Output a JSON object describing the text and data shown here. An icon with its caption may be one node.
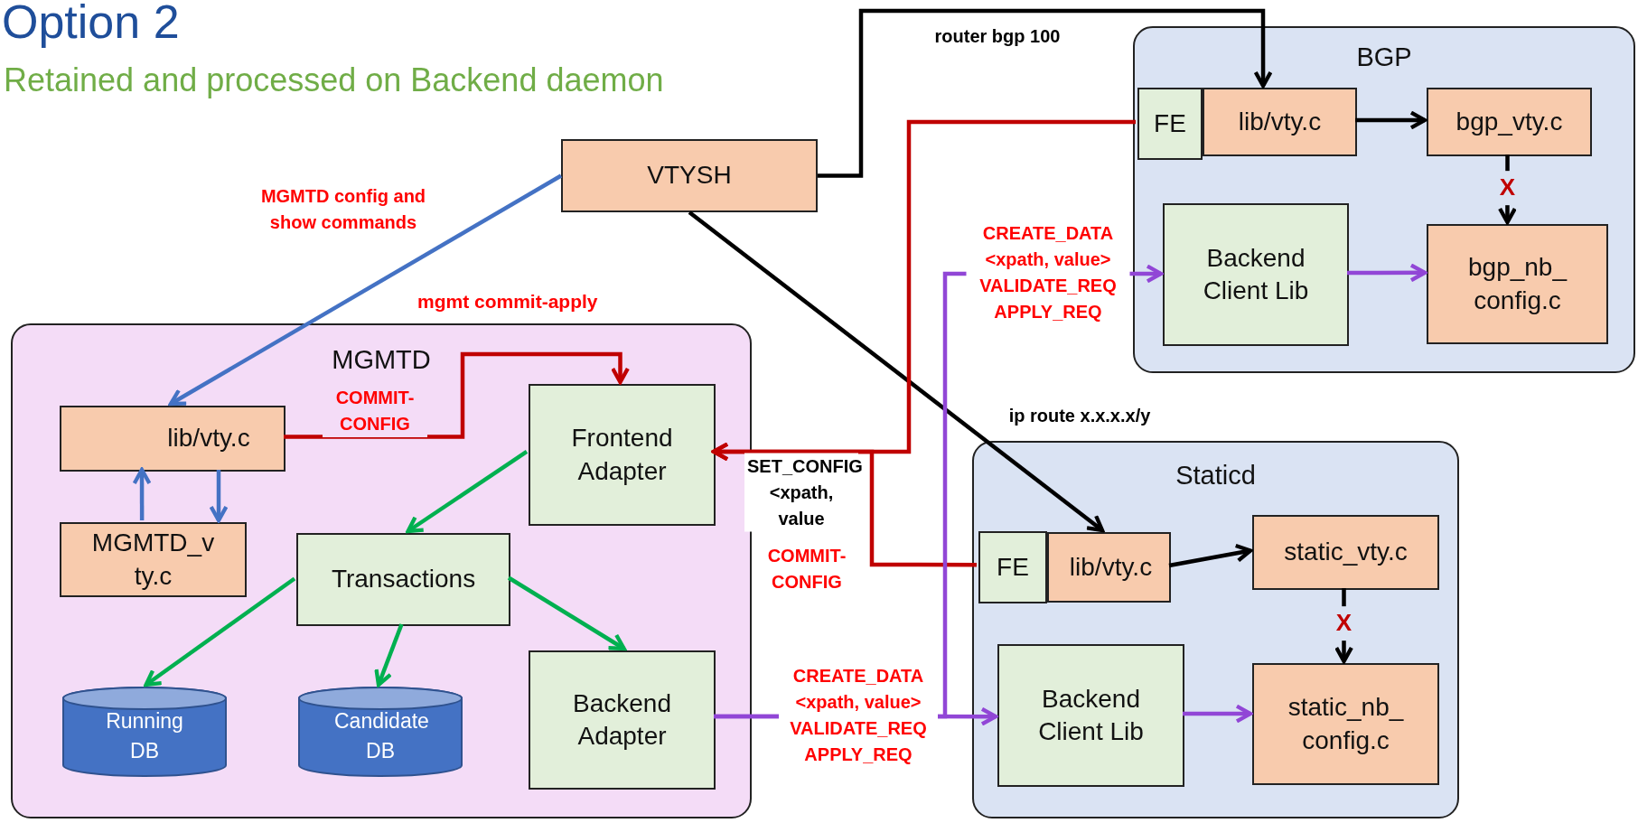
{
  "diagram": {
    "title": "Option 2",
    "nodes": [
      {
        "text": [
          "VTYSH"
        ]
      },
      {
        "text": [
          "BGP"
        ]
      },
      {
        "text": [
          "FE"
        ],
        "in": 1
      },
      {
        "text": [
          "lib/vty.c"
        ],
        "in": 1
      },
      {
        "text": [
          "bgp_vty.c"
        ],
        "in": 1
      },
      {
        "text": [
          "Backend Client Lib"
        ],
        "in": 1
      },
      {
        "text": [
          "bgp_nb_ config.c"
        ],
        "in": 1
      },
      {
        "text": [
          "MGMTD"
        ]
      },
      {
        "text": [
          "lib/vty.c"
        ],
        "in": 7
      },
      {
        "text": [
          "MGMTD_v ty.c"
        ],
        "in": 7
      },
      {
        "text": [
          "Frontend Adapter"
        ],
        "in": 7
      },
      {
        "text": [
          "Transactions"
        ],
        "in": 7
      },
      {
        "text": [
          "Running DB"
        ],
        "in": 7
      },
      {
        "text": [
          "Candidate DB"
        ],
        "in": 7
      },
      {
        "text": [
          "Backend Adapter"
        ],
        "in": 7
      },
      {
        "text": [
          "Staticd"
        ]
      },
      {
        "text": [
          "FE"
        ],
        "in": 15
      },
      {
        "text": [
          "lib/vty.c"
        ],
        "in": 15
      },
      {
        "text": [
          "static_vty.c"
        ],
        "in": 15
      },
      {
        "text": [
          "Backend Client Lib"
        ],
        "in": 15
      },
      {
        "text": [
          "static_nb_ config.c"
        ],
        "in": 15
      }
    ],
    "edges": [
      {
        "from": 0,
        "to": 3,
        "arrow": "to",
        "label": "router bgp 100"
      },
      {
        "from": 0,
        "to": 17,
        "arrow": "to",
        "label": "ip route x.x.x.x/y"
      },
      {
        "from": 0,
        "to": 8,
        "arrow": "to",
        "label": "MGMTD config and show commands",
        "color": "#4472c4"
      },
      {
        "from": 9,
        "to": 8,
        "arrow": "to",
        "color": "#4472c4"
      },
      {
        "from": 8,
        "to": 9,
        "arrow": "to",
        "color": "#4472c4"
      },
      {
        "from": 8,
        "to": 10,
        "arrow": "to",
        "label": "COMMIT- CONFIG",
        "color": "#c00000"
      },
      {
        "from": 2,
        "to": 10,
        "arrow": "to",
        "label": "SET_CONFIG <xpath, value",
        "color": "#c00000"
      },
      {
        "from": 16,
        "to": 10,
        "arrow": "to",
        "label": "COMMIT- CONFIG",
        "color": "#c00000"
      },
      {
        "from": 14,
        "to": 19,
        "arrow": "to",
        "label": "CREATE_DATA <xpath, value> VALIDATE_REQ APPLY_REQ",
        "color": "#9146d6"
      },
      {
        "from": 14,
        "to": 5,
        "arrow": "to",
        "label": "CREATE_DATA <xpath, value> VALIDATE_REQ APPLY_REQ",
        "color": "#9146d6"
      },
      {
        "from": 3,
        "to": 4,
        "arrow": "to"
      },
      {
        "from": 4,
        "to": 6,
        "arrow": "to",
        "label": "X"
      },
      {
        "from": 5,
        "to": 6,
        "arrow": "to",
        "color": "#9146d6"
      },
      {
        "from": 17,
        "to": 18,
        "arrow": "to"
      },
      {
        "from": 18,
        "to": 20,
        "arrow": "to",
        "label": "X"
      },
      {
        "from": 19,
        "to": 20,
        "arrow": "to",
        "color": "#9146d6"
      },
      {
        "from": 10,
        "to": 11,
        "arrow": "to",
        "color": "#00b050"
      },
      {
        "from": 11,
        "to": 12,
        "arrow": "to",
        "color": "#00b050"
      },
      {
        "from": 11,
        "to": 13,
        "arrow": "to",
        "color": "#00b050"
      },
      {
        "from": 11,
        "to": 14,
        "arrow": "to",
        "color": "#00b050"
      }
    ],
    "labels": [
      "Retained and processed on Backend daemon",
      "mgmt commit-apply"
    ]
  }
}
